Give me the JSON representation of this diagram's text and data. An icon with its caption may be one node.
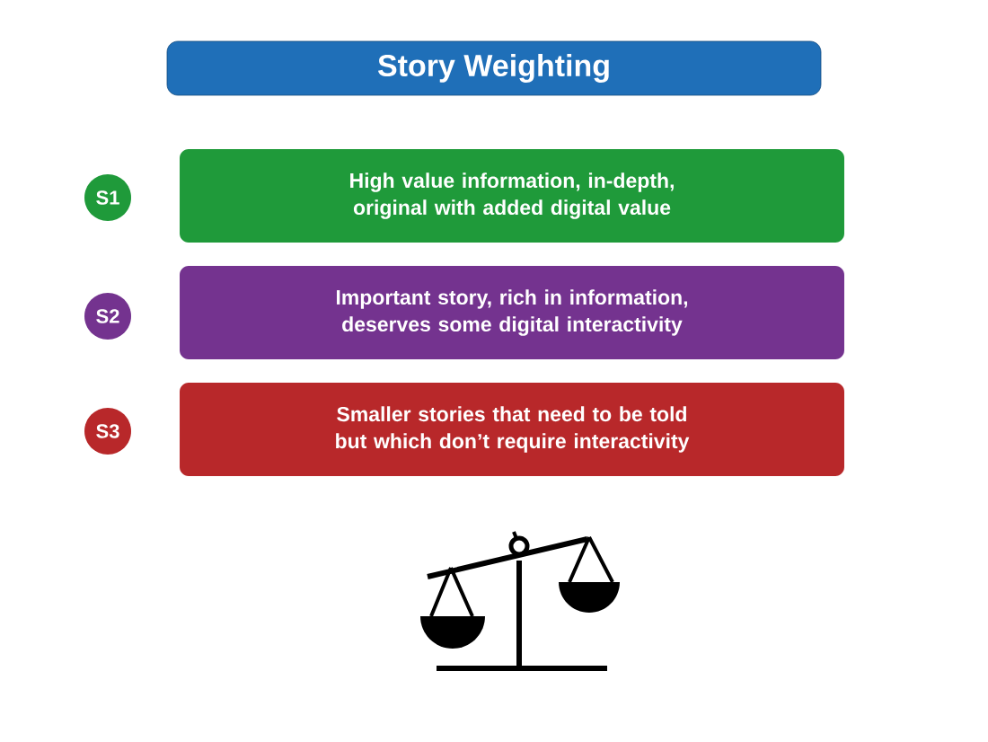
{
  "diagram": {
    "nodes": [
      {
        "text": [
          "Story Weighting"
        ]
      },
      {
        "text": [
          "S1"
        ]
      },
      {
        "text": [
          "High value information, in-depth, original with added digital value"
        ]
      },
      {
        "text": [
          "S2"
        ]
      },
      {
        "text": [
          "Important story, rich in information, deserves some digital interactivity"
        ]
      },
      {
        "text": [
          "S3"
        ]
      },
      {
        "text": [
          "Smaller stories that need to be told but which don’t require interactivity"
        ]
      }
    ]
  }
}
